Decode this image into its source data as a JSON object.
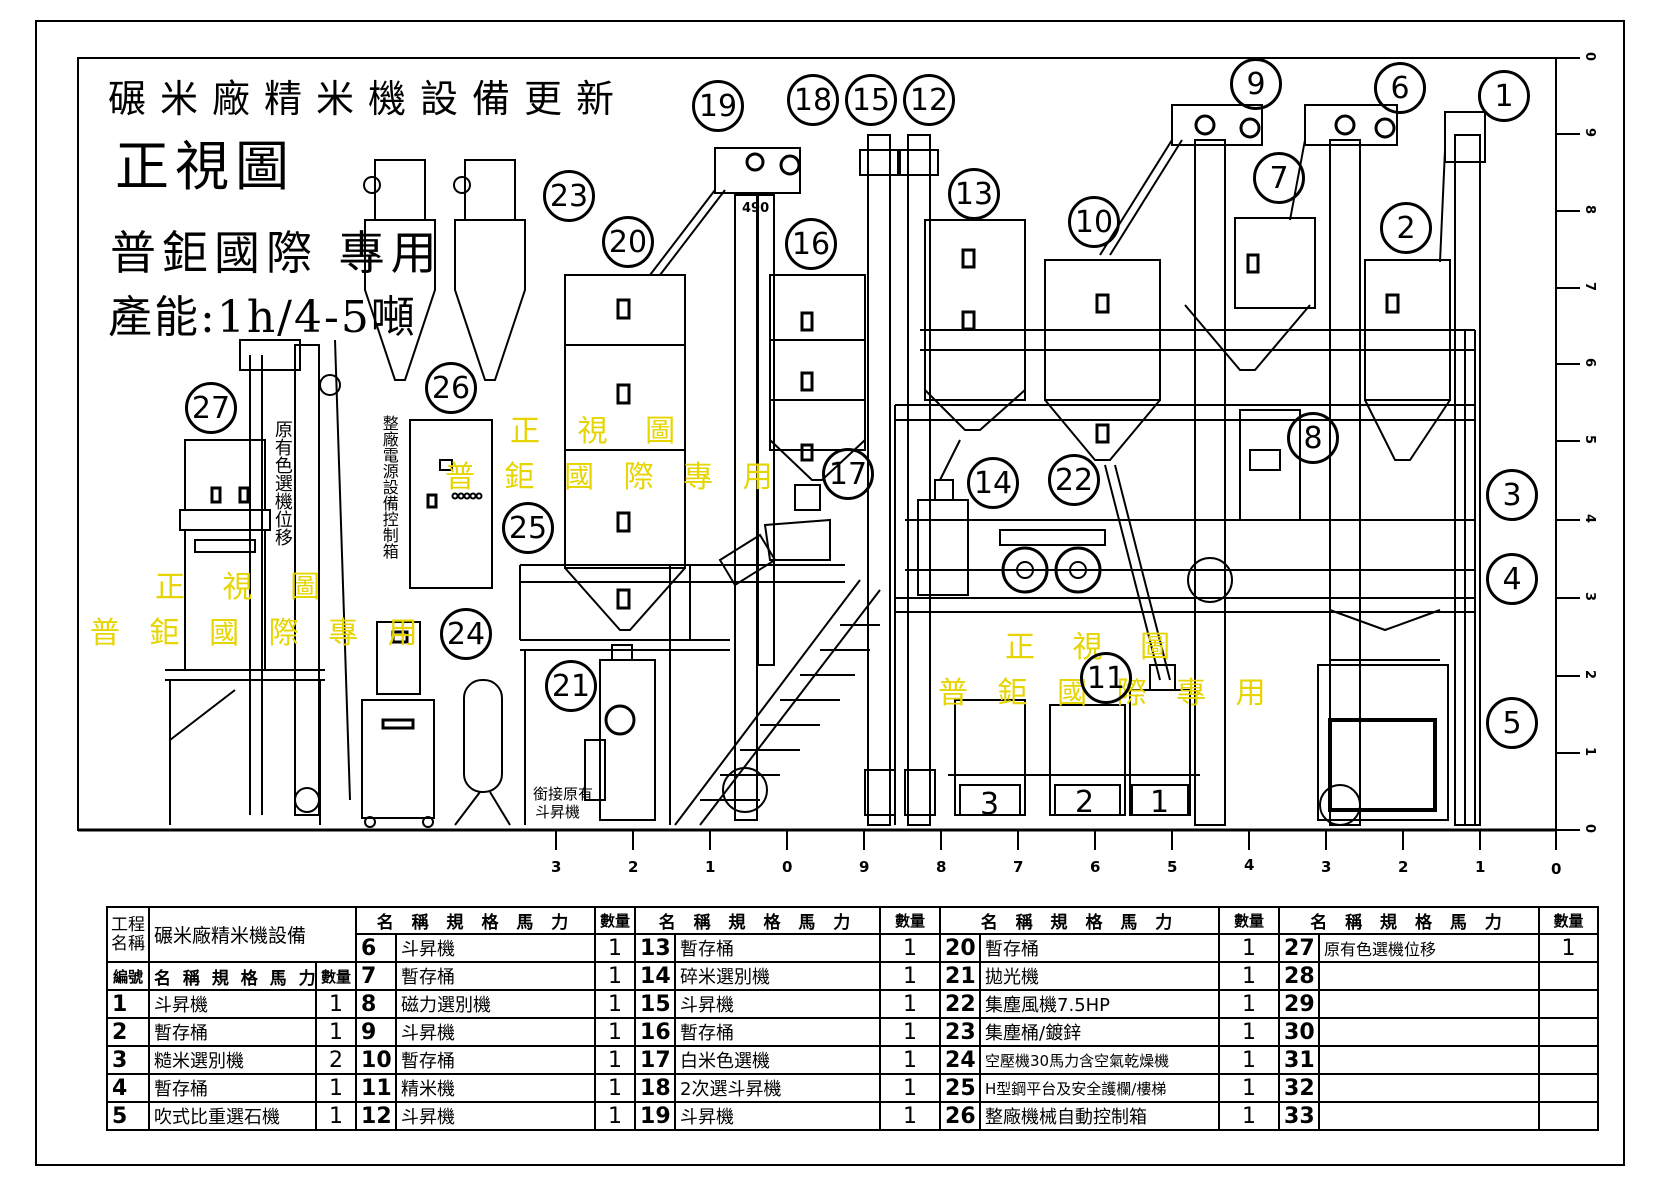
{
  "header": {
    "title": "碾米廠精米機設備更新",
    "view": "正視圖",
    "company": "普鉅國際 專用",
    "capacity": "產能:1h/4-5噸"
  },
  "watermarks": [
    {
      "line1": "正 視 圖",
      "line2": "普 鉅 國 際 專 用"
    },
    {
      "line1": "正 視 圖",
      "line2": "普 鉅 國 際 專 用"
    },
    {
      "line1": "正 視 圖",
      "line2": "普 鉅 國 際 專 用"
    }
  ],
  "labels": {
    "original_sorter": "原有色選機位移",
    "control_box": "整廠電源設備控制箱",
    "connect_elevator_1": "銜接原有",
    "connect_elevator_2": "斗昇機",
    "elevator_height": "490"
  },
  "callouts": [
    "1",
    "2",
    "3",
    "4",
    "5",
    "6",
    "7",
    "8",
    "9",
    "10",
    "11",
    "12",
    "13",
    "14",
    "15",
    "16",
    "17",
    "18",
    "19",
    "20",
    "21",
    "22",
    "23",
    "24",
    "25",
    "26",
    "27"
  ],
  "machine_marks": [
    "1",
    "2",
    "3"
  ],
  "right_scale": [
    "0",
    "9",
    "8",
    "7",
    "6",
    "5",
    "4",
    "3",
    "2",
    "1",
    "0"
  ],
  "bottom_scale": [
    "3",
    "2",
    "1",
    "0",
    "9",
    "8",
    "7",
    "6",
    "5",
    "4",
    "3",
    "2",
    "1",
    "0"
  ],
  "table": {
    "project_label_1": "工程",
    "project_label_2": "名稱",
    "project_name": "碾米廠精米機設備",
    "col_header": "名 稱 規 格 馬 力",
    "qty_header": "數量",
    "no_header": "編號",
    "rows": [
      {
        "no": "1",
        "name": "斗昇機",
        "qty": "1"
      },
      {
        "no": "2",
        "name": "暫存桶",
        "qty": "1"
      },
      {
        "no": "3",
        "name": "糙米選別機",
        "qty": "2"
      },
      {
        "no": "4",
        "name": "暫存桶",
        "qty": "1"
      },
      {
        "no": "5",
        "name": "吹式比重選石機",
        "qty": "1"
      },
      {
        "no": "6",
        "name": "斗昇機",
        "qty": "1"
      },
      {
        "no": "7",
        "name": "暫存桶",
        "qty": "1"
      },
      {
        "no": "8",
        "name": "磁力選別機",
        "qty": "1"
      },
      {
        "no": "9",
        "name": "斗昇機",
        "qty": "1"
      },
      {
        "no": "10",
        "name": "暫存桶",
        "qty": "1"
      },
      {
        "no": "11",
        "name": "精米機",
        "qty": "1"
      },
      {
        "no": "12",
        "name": "斗昇機",
        "qty": "1"
      },
      {
        "no": "13",
        "name": "暫存桶",
        "qty": "1"
      },
      {
        "no": "14",
        "name": "碎米選別機",
        "qty": "1"
      },
      {
        "no": "15",
        "name": "斗昇機",
        "qty": "1"
      },
      {
        "no": "16",
        "name": "暫存桶",
        "qty": "1"
      },
      {
        "no": "17",
        "name": "白米色選機",
        "qty": "1"
      },
      {
        "no": "18",
        "name": "2次選斗昇機",
        "qty": "1"
      },
      {
        "no": "19",
        "name": "斗昇機",
        "qty": "1"
      },
      {
        "no": "20",
        "name": "暫存桶",
        "qty": "1"
      },
      {
        "no": "21",
        "name": "拋光機",
        "qty": "1"
      },
      {
        "no": "22",
        "name": "集塵風機7.5HP",
        "qty": "1"
      },
      {
        "no": "23",
        "name": "集塵桶/鍍鋅",
        "qty": "1"
      },
      {
        "no": "24",
        "name": "空壓機30馬力含空氣乾燥機",
        "qty": "1"
      },
      {
        "no": "25",
        "name": "H型鋼平台及安全護欄/樓梯",
        "qty": "1"
      },
      {
        "no": "26",
        "name": "整廠機械自動控制箱",
        "qty": "1"
      },
      {
        "no": "27",
        "name": "原有色選機位移",
        "qty": "1"
      },
      {
        "no": "28",
        "name": "",
        "qty": ""
      },
      {
        "no": "29",
        "name": "",
        "qty": ""
      },
      {
        "no": "30",
        "name": "",
        "qty": ""
      },
      {
        "no": "31",
        "name": "",
        "qty": ""
      },
      {
        "no": "32",
        "name": "",
        "qty": ""
      },
      {
        "no": "33",
        "name": "",
        "qty": ""
      }
    ]
  }
}
